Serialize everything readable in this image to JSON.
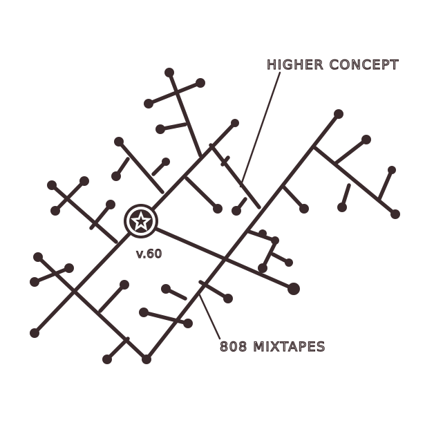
{
  "labels": {
    "top_right": "HIGHER CONCEPT",
    "center": "v.60",
    "bottom": "808 MIXTAPES"
  },
  "icons": {
    "hub": "star-in-circle-icon"
  },
  "colors": {
    "ink": "#3a2a2c",
    "background": "#ffffff"
  }
}
